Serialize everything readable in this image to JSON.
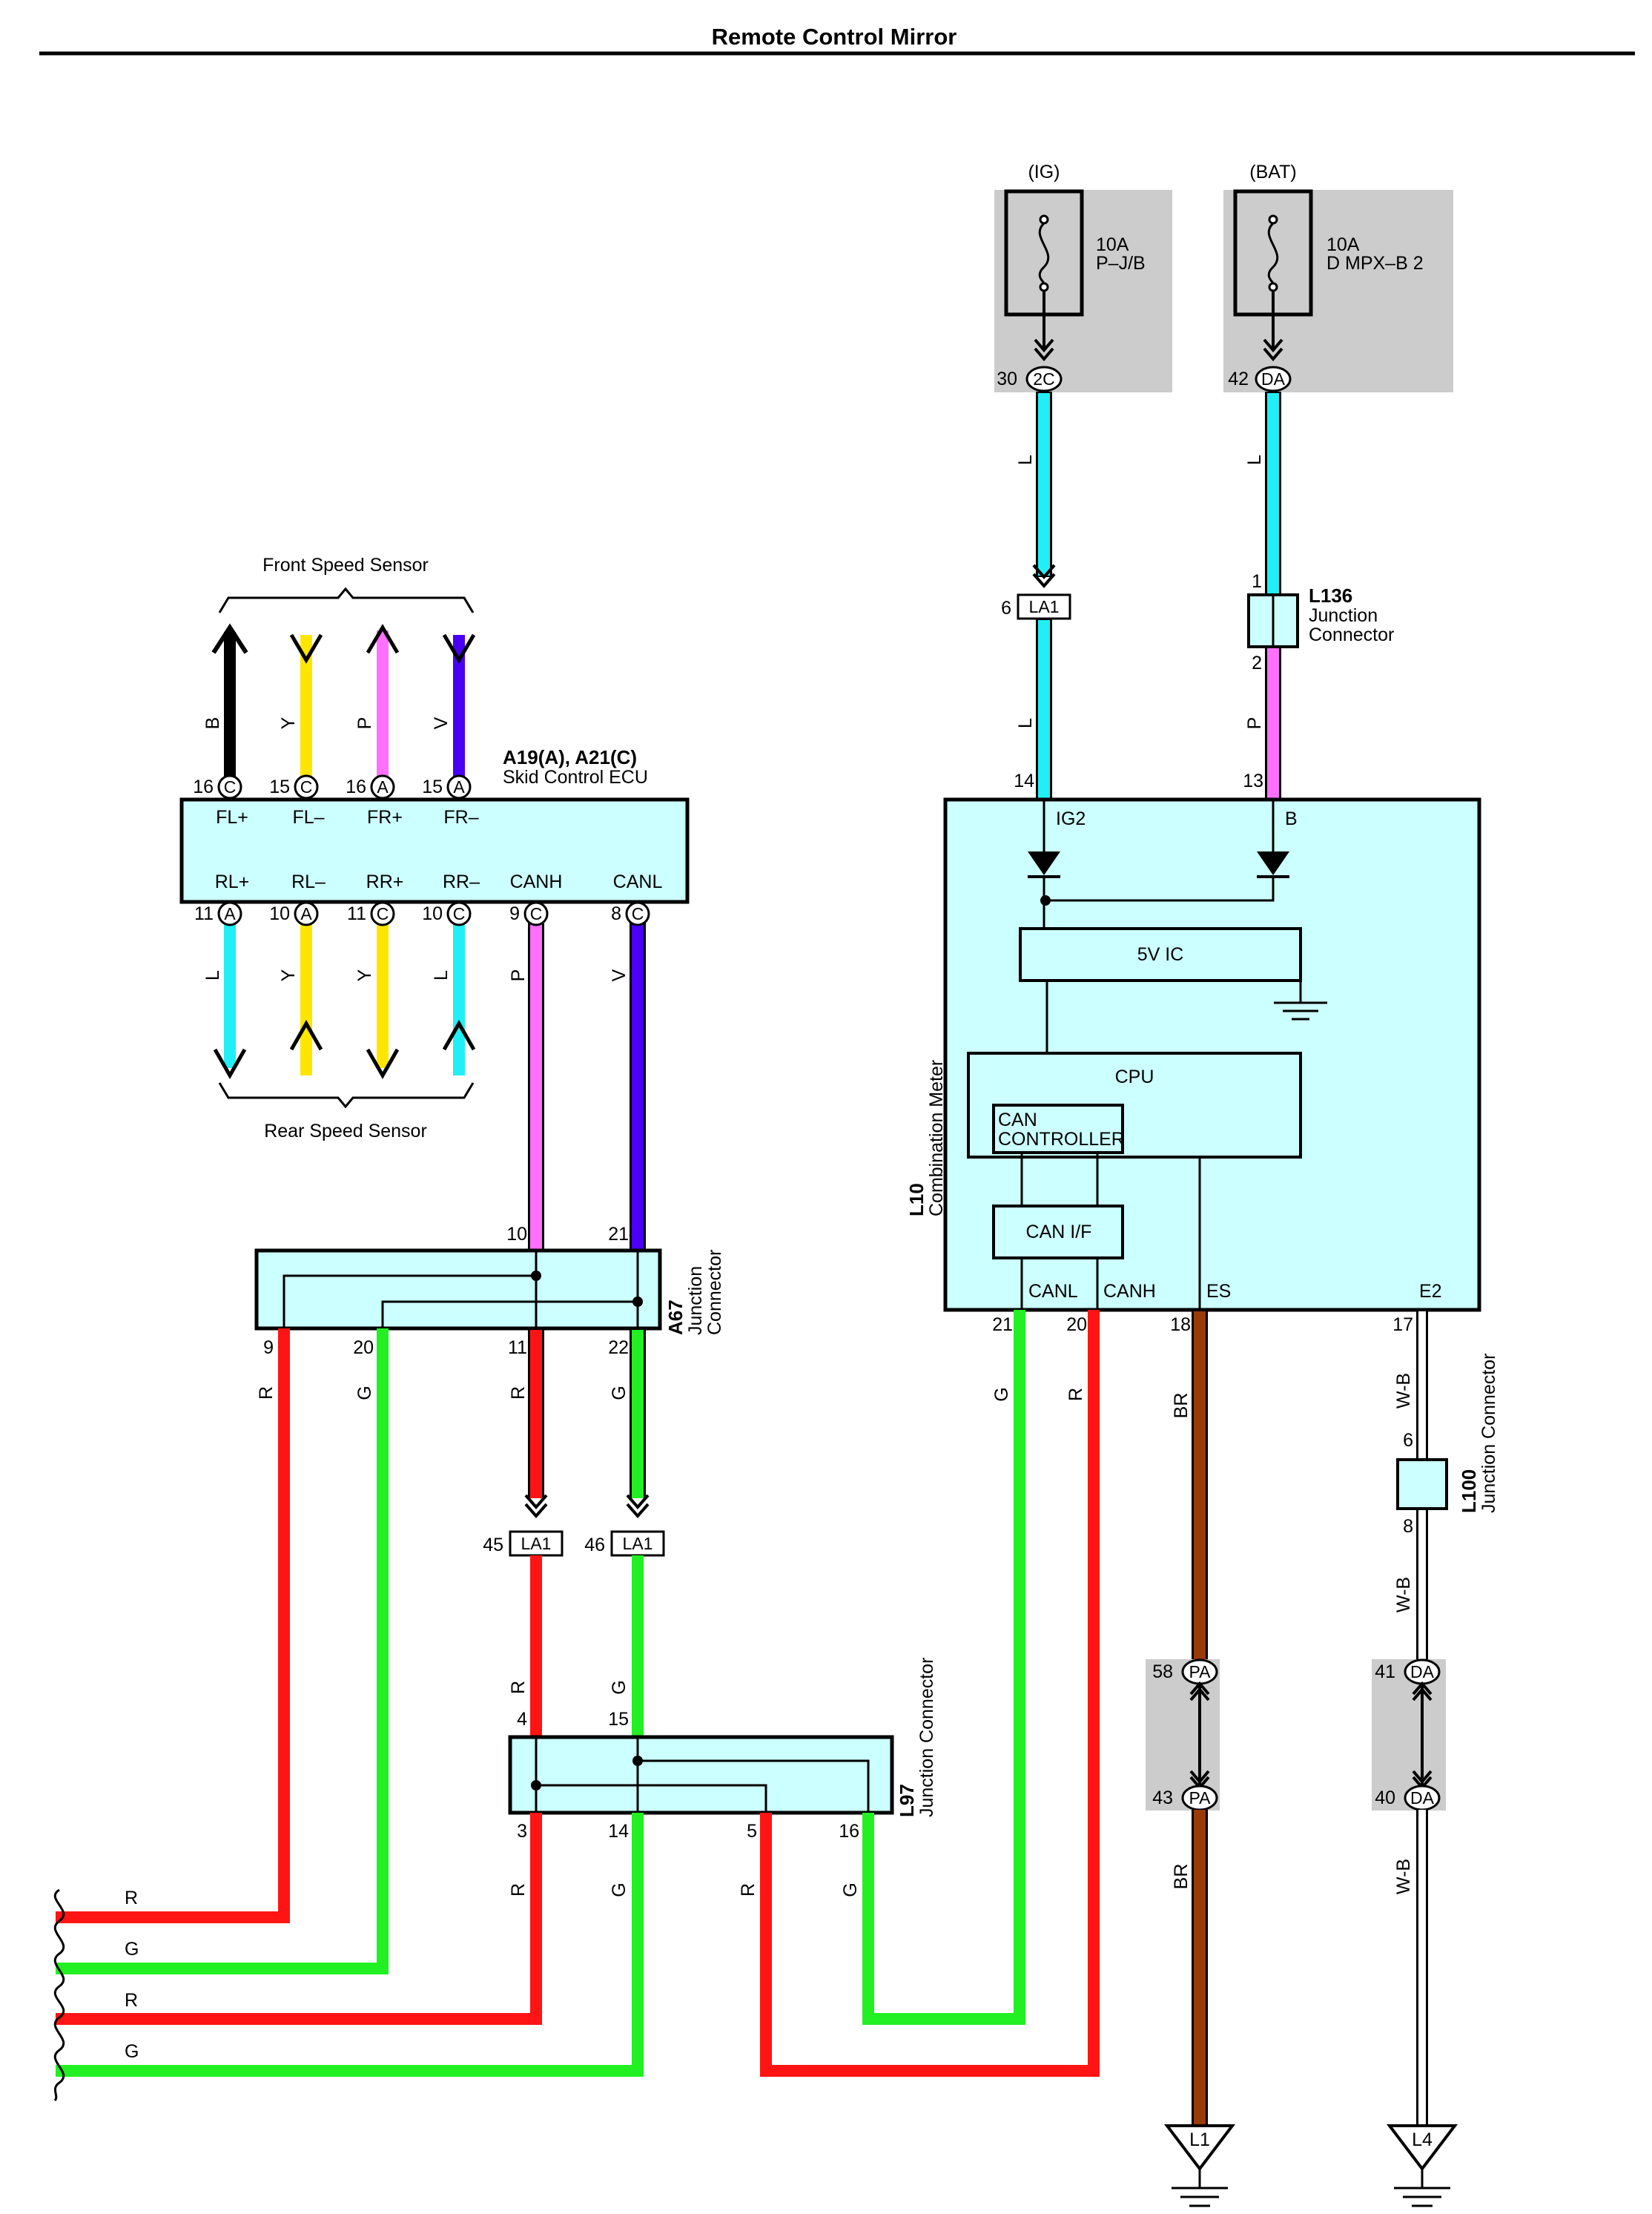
{
  "title": "Remote Control Mirror",
  "colors": {
    "L": "#22eef5",
    "P": "#ff70ff",
    "B": "#000000",
    "Y": "#ffe600",
    "V": "#4a00f5",
    "R": "#ff1414",
    "G": "#22f022",
    "BR": "#9a3a07",
    "W-B": "#ffffff",
    "box_fill": "#ccffff",
    "shade": "#cccccc"
  },
  "fuses": [
    {
      "source": "(IG)",
      "rating": "10A",
      "location": "P–J/B",
      "pin": "30",
      "conn": "2C"
    },
    {
      "source": "(BAT)",
      "rating": "10A",
      "location": "D MPX–B 2",
      "pin": "42",
      "conn": "DA"
    }
  ],
  "skid_ecu": {
    "code": "A19(A), A21(C)",
    "name": "Skid Control ECU",
    "front_group": "Front Speed Sensor",
    "rear_group": "Rear Speed Sensor",
    "top_pins": [
      {
        "num": "16",
        "conn": "C",
        "label": "FL+",
        "wire": "B"
      },
      {
        "num": "15",
        "conn": "C",
        "label": "FL–",
        "wire": "Y"
      },
      {
        "num": "16",
        "conn": "A",
        "label": "FR+",
        "wire": "P"
      },
      {
        "num": "15",
        "conn": "A",
        "label": "FR–",
        "wire": "V"
      }
    ],
    "bottom_pins": [
      {
        "num": "11",
        "conn": "A",
        "label": "RL+",
        "wire": "L"
      },
      {
        "num": "10",
        "conn": "A",
        "label": "RL–",
        "wire": "Y"
      },
      {
        "num": "11",
        "conn": "C",
        "label": "RR+",
        "wire": "Y"
      },
      {
        "num": "10",
        "conn": "C",
        "label": "RR–",
        "wire": "L"
      },
      {
        "num": "9",
        "conn": "C",
        "label": "CANH",
        "wire": "P"
      },
      {
        "num": "8",
        "conn": "C",
        "label": "CANL",
        "wire": "V"
      }
    ]
  },
  "a67": {
    "code": "A67",
    "name": "Junction Connector",
    "top_pins": [
      "10",
      "21"
    ],
    "bottom_pins": [
      "9",
      "20",
      "11",
      "22"
    ],
    "bottom_wires": [
      "R",
      "G",
      "R",
      "G"
    ]
  },
  "la1_left": [
    {
      "num": "45",
      "conn": "LA1",
      "wire": "R"
    },
    {
      "num": "46",
      "conn": "LA1",
      "wire": "G"
    }
  ],
  "l97": {
    "code": "L97",
    "name": "Junction Connector",
    "top_pins": [
      "4",
      "15"
    ],
    "bottom_pins": [
      "3",
      "14",
      "5",
      "16"
    ],
    "bottom_wires": [
      "R",
      "G",
      "R",
      "G"
    ]
  },
  "harness_wires": [
    "R",
    "G",
    "R",
    "G"
  ],
  "meter": {
    "code": "L10",
    "name": "Combination Meter",
    "ig2": "IG2",
    "b": "B",
    "pin_ig2": "14",
    "pin_b": "13",
    "ic_label": "5V IC",
    "cpu_label": "CPU",
    "can_ctrl": [
      "CAN",
      "CONTROLLER"
    ],
    "can_if": "CAN I/F",
    "bottom_pins": [
      {
        "num": "21",
        "label": "CANL",
        "wire": "G"
      },
      {
        "num": "20",
        "label": "CANH",
        "wire": "R"
      },
      {
        "num": "18",
        "label": "ES",
        "wire": "BR"
      },
      {
        "num": "17",
        "label": "E2",
        "wire": "W-B"
      }
    ]
  },
  "la1_right": {
    "num": "6",
    "conn": "LA1"
  },
  "ig_wire": "L",
  "bat_wire_top": "L",
  "bat_wire_bottom": "P",
  "l136": {
    "code": "L136",
    "name1": "Junction",
    "name2": "Connector",
    "pin_in": "1",
    "pin_out": "2"
  },
  "l100": {
    "code": "L100",
    "name": "Junction Connector",
    "pin_in": "6",
    "pin_out": "8"
  },
  "pa_conn": {
    "top_num": "58",
    "bottom_num": "43",
    "conn": "PA"
  },
  "da_conn": {
    "top_num": "41",
    "bottom_num": "40",
    "conn": "DA"
  },
  "grounds": [
    "L1",
    "L4"
  ]
}
